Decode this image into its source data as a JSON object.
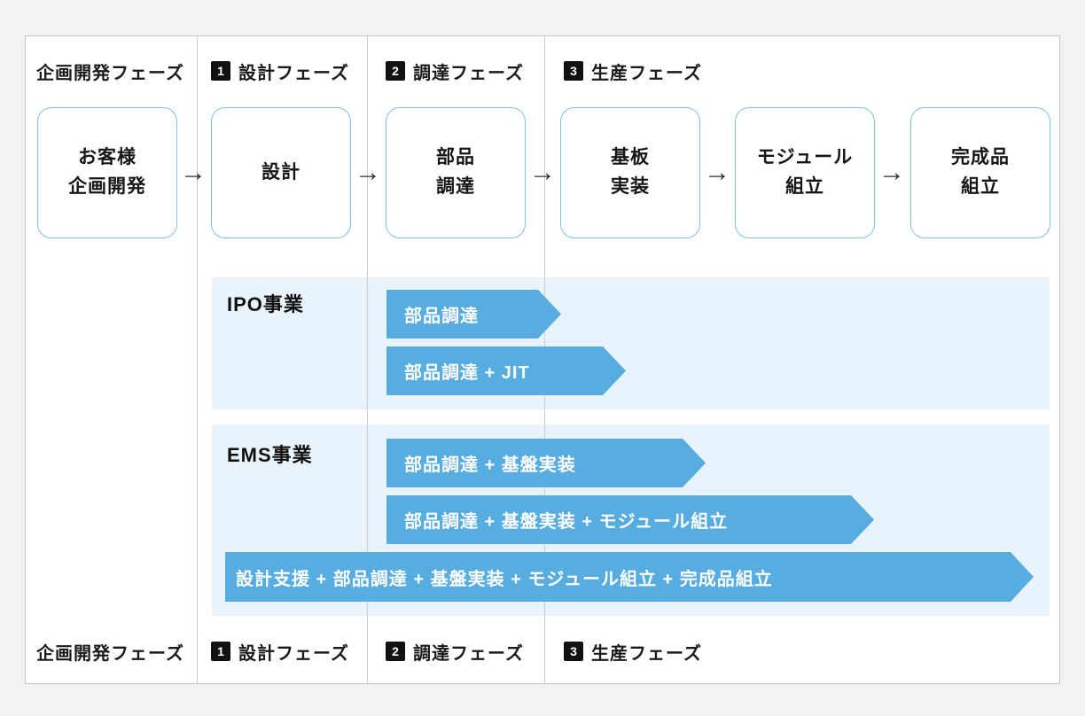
{
  "colors": {
    "page_background": "#f2f2f2",
    "card_background": "#ffffff",
    "bar_blue": "#57ace0",
    "section_background": "#e9f3fb",
    "box_border_blue": "#7cc0e8",
    "badge_background": "#111111",
    "divider_gray": "#cccccc"
  },
  "phases": [
    {
      "badge": "",
      "label": "企画開発フェーズ"
    },
    {
      "badge": "1",
      "label": "設計フェーズ"
    },
    {
      "badge": "2",
      "label": "調達フェーズ"
    },
    {
      "badge": "3",
      "label": "生産フェーズ"
    }
  ],
  "process_boxes": [
    {
      "lines": [
        "お客様",
        "企画開発"
      ]
    },
    {
      "lines": [
        "設計"
      ]
    },
    {
      "lines": [
        "部品",
        "調達"
      ]
    },
    {
      "lines": [
        "基板",
        "実装"
      ]
    },
    {
      "lines": [
        "モジュール",
        "組立"
      ]
    },
    {
      "lines": [
        "完成品",
        "組立"
      ]
    }
  ],
  "flow_arrow": "→",
  "sections": [
    {
      "label": "IPO事業",
      "bars": [
        {
          "text": "部品調達"
        },
        {
          "text": "部品調達 + JIT"
        }
      ]
    },
    {
      "label": "EMS事業",
      "bars": [
        {
          "text": "部品調達 + 基盤実装"
        },
        {
          "text": "部品調達 + 基盤実装 + モジュール組立"
        },
        {
          "text": "設計支援 + 部品調達 + 基盤実装 + モジュール組立 + 完成品組立"
        }
      ]
    }
  ]
}
